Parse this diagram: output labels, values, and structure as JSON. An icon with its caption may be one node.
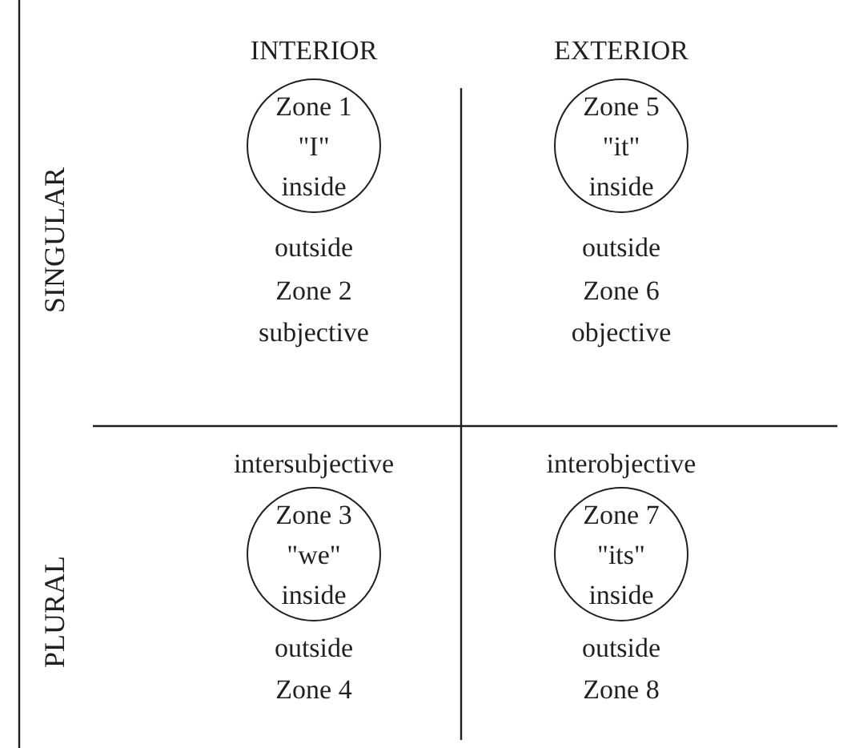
{
  "diagram": {
    "nodes": [
      {
        "text": [
          "Zone 1",
          "\"I\"",
          "inside"
        ]
      },
      {
        "text": [
          "Zone 5",
          "\"it\"",
          "inside"
        ]
      },
      {
        "text": [
          "Zone 3",
          "\"we\"",
          "inside"
        ]
      },
      {
        "text": [
          "Zone 7",
          "\"its\"",
          "inside"
        ]
      }
    ],
    "labels": [
      "INTERIOR",
      "EXTERIOR",
      "SINGULAR",
      "outside",
      "Zone 2",
      "subjective",
      "outside",
      "Zone 6",
      "objective",
      "PLURAL",
      "intersubjective",
      "interobjective",
      "outside",
      "Zone 4",
      "outside",
      "Zone 8"
    ]
  }
}
